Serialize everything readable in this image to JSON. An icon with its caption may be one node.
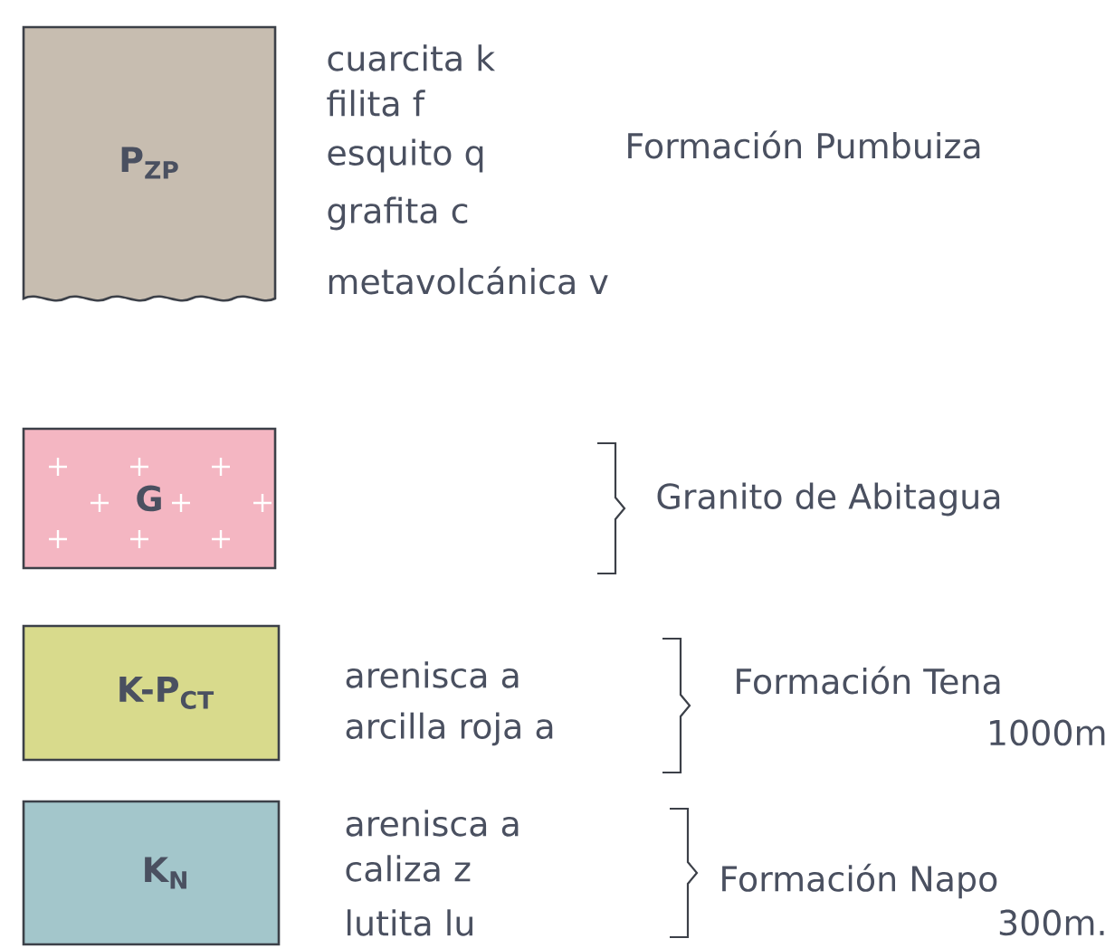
{
  "diagram": {
    "nodes": [
      {
        "text": [
          "P$_{ZP}$"
        ],
        "beside": [
          "cuarcita k",
          "filita f",
          "esquito q",
          "grafita c",
          "metavolcánica v"
        ]
      },
      {
        "text": [
          "G"
        ]
      },
      {
        "text": [
          "K-P$_{CT}$"
        ],
        "beside": [
          "arenisca a",
          "arcilla roja a"
        ]
      },
      {
        "text": [
          "K$_{N}$"
        ],
        "beside": [
          "arenisca a",
          "caliza z",
          "lutita lu"
        ]
      }
    ],
    "labels": [
      "Formación Pumbuiza",
      "Granito de Abitagua",
      "Formación Tena",
      "1000m",
      "Formación Napo",
      "300m."
    ]
  }
}
